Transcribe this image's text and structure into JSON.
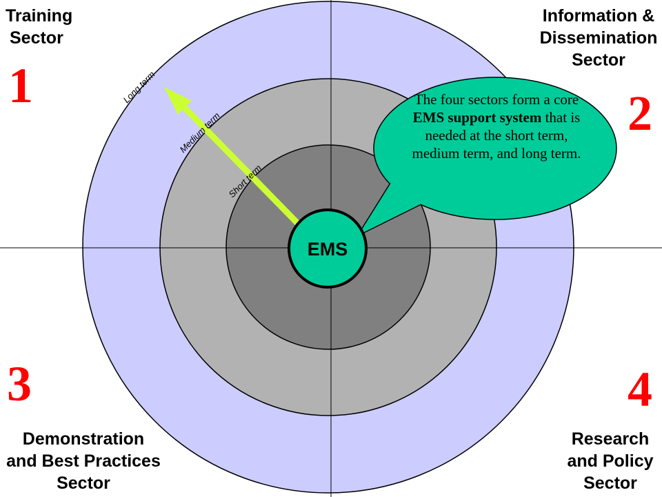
{
  "sectors": [
    {
      "number": "1",
      "lines": [
        "Training",
        "Sector"
      ]
    },
    {
      "number": "2",
      "lines": [
        "Information &",
        "Dissemination",
        "Sector"
      ]
    },
    {
      "number": "3",
      "lines": [
        "Demonstration",
        "and Best Practices",
        "Sector"
      ]
    },
    {
      "number": "4",
      "lines": [
        "Research",
        "and Policy",
        "Sector"
      ]
    }
  ],
  "center": {
    "label": "EMS"
  },
  "rings": {
    "short": "Short term",
    "medium": "Medium term",
    "long": "Long term"
  },
  "callout": {
    "part1": "The four sectors form a core ",
    "bold": "EMS support system",
    "part2": " that is needed at the short term, medium term, and long term."
  },
  "colors": {
    "outer_ring": "#ccccff",
    "middle_ring": "#b2b2b2",
    "inner_ring": "#808080",
    "center": "#00cc99",
    "callout": "#00cc99",
    "arrow": "#ccff33",
    "sector_number": "#ff0000"
  }
}
